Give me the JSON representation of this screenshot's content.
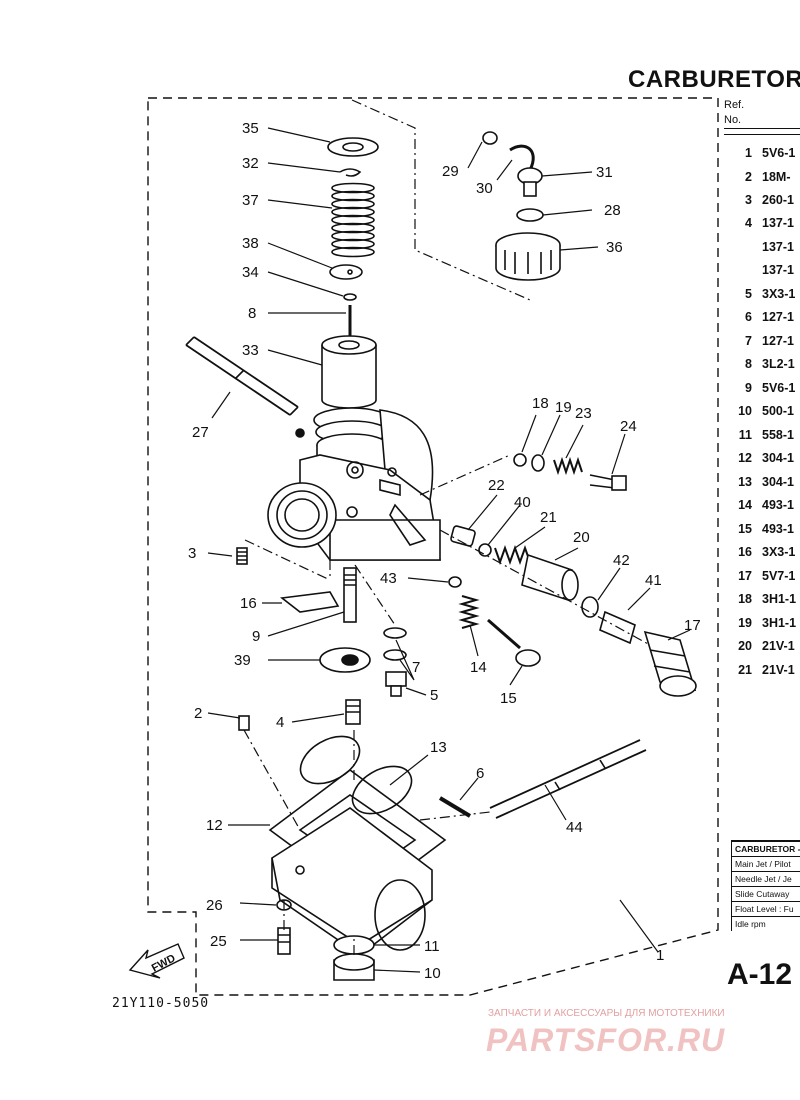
{
  "title": "CARBURETOR",
  "ref_header": {
    "line1": "Ref.",
    "line2": "No."
  },
  "parts": [
    {
      "ref": "1",
      "part": "5V6-1"
    },
    {
      "ref": "2",
      "part": "18M-"
    },
    {
      "ref": "3",
      "part": "260-1"
    },
    {
      "ref": "4",
      "part": "137-1"
    },
    {
      "ref": "",
      "part": "137-1"
    },
    {
      "ref": "",
      "part": "137-1"
    },
    {
      "ref": "5",
      "part": "3X3-1"
    },
    {
      "ref": "6",
      "part": "127-1"
    },
    {
      "ref": "7",
      "part": "127-1"
    },
    {
      "ref": "8",
      "part": "3L2-1"
    },
    {
      "ref": "9",
      "part": "5V6-1"
    },
    {
      "ref": "10",
      "part": "500-1"
    },
    {
      "ref": "11",
      "part": "558-1"
    },
    {
      "ref": "12",
      "part": "304-1"
    },
    {
      "ref": "13",
      "part": "304-1"
    },
    {
      "ref": "14",
      "part": "493-1"
    },
    {
      "ref": "15",
      "part": "493-1"
    },
    {
      "ref": "16",
      "part": "3X3-1"
    },
    {
      "ref": "17",
      "part": "5V7-1"
    },
    {
      "ref": "18",
      "part": "3H1-1"
    },
    {
      "ref": "19",
      "part": "3H1-1"
    },
    {
      "ref": "20",
      "part": "21V-1"
    },
    {
      "ref": "21",
      "part": "21V-1"
    }
  ],
  "spec_table": [
    "CARBURETOR - I",
    "Main Jet / Pilot",
    "Needle Jet / Je",
    "Slide Cutaway",
    "Float Level : Fu",
    "Idle rpm"
  ],
  "fwd_label": "FWD",
  "page_number": "A-12",
  "diagram_code": "21Y110-5050",
  "callouts": [
    "1",
    "2",
    "3",
    "4",
    "5",
    "6",
    "7",
    "8",
    "9",
    "10",
    "11",
    "12",
    "13",
    "14",
    "15",
    "16",
    "17",
    "18",
    "19",
    "20",
    "21",
    "22",
    "23",
    "24",
    "25",
    "26",
    "27",
    "28",
    "29",
    "30",
    "31",
    "32",
    "33",
    "34",
    "35",
    "36",
    "37",
    "38",
    "39",
    "40",
    "41",
    "42",
    "43",
    "44"
  ],
  "watermark": {
    "line1": "ЗАПЧАСТИ И АКСЕССУАРЫ ДЛЯ МОТОТЕХНИКИ",
    "line2": "PARTSFOR.RU"
  }
}
